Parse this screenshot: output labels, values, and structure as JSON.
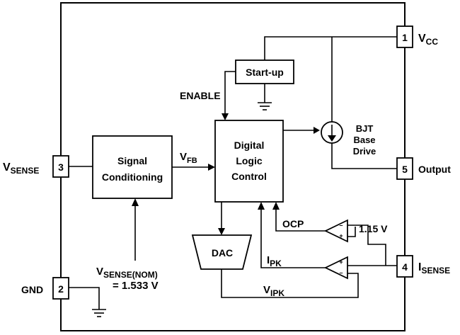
{
  "blocks": {
    "startup": "Start-up",
    "signal_line1": "Signal",
    "signal_line2": "Conditioning",
    "logic_line1": "Digital",
    "logic_line2": "Logic",
    "logic_line3": "Control",
    "dac": "DAC",
    "bjt_line1": "BJT",
    "bjt_line2": "Base",
    "bjt_line3": "Drive"
  },
  "pins": [
    {
      "number": "1",
      "name_main": "V",
      "name_sub": "CC"
    },
    {
      "number": "5",
      "name_main": "Output",
      "name_sub": ""
    },
    {
      "number": "4",
      "name_main": "I",
      "name_sub": "SENSE"
    },
    {
      "number": "3",
      "name_main": "V",
      "name_sub": "SENSE"
    },
    {
      "number": "2",
      "name_main": "GND",
      "name_sub": ""
    }
  ],
  "signals": {
    "enable": "ENABLE",
    "vfb_main": "V",
    "vfb_sub": "FB",
    "ocp": "OCP",
    "ocp_ref": "1.15 V",
    "ipk_main": "I",
    "ipk_sub": "PK",
    "vipk_main": "V",
    "vipk_sub": "IPK",
    "vsense_nom_main": "V",
    "vsense_nom_sub": "SENSE(NOM)",
    "vsense_nom_value": "= 1.533 V"
  },
  "comparators": {
    "plus": "+",
    "minus": "–"
  }
}
